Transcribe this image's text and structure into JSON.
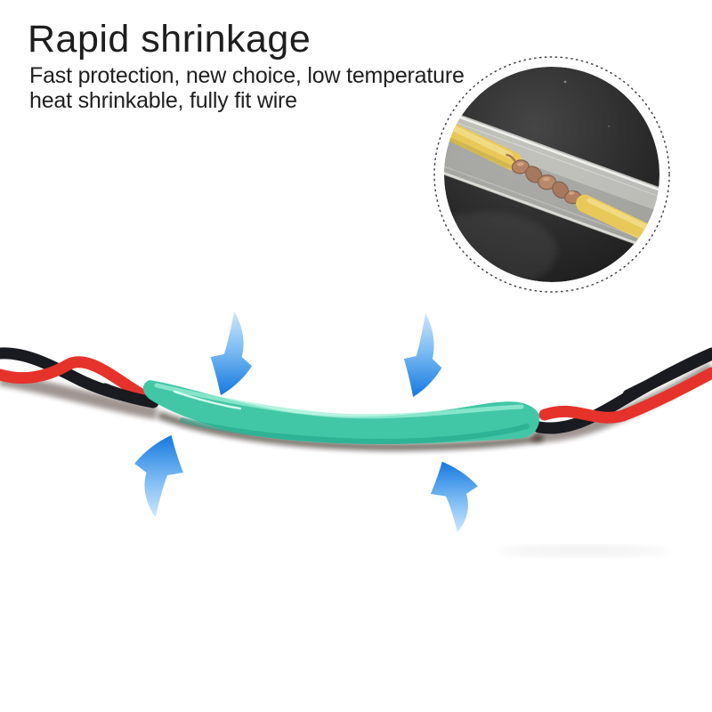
{
  "page": {
    "background_color": "#ffffff"
  },
  "header": {
    "title": "Rapid shrinkage",
    "subtitle_line1": "Fast protection, new choice, low temperature",
    "subtitle_line2": "heat shrinkable, fully fit wire",
    "text_color": "#1e1e1e"
  },
  "inset_photo": {
    "alt": "Close-up in dashed circle: transparent heat-shrink tube covering a twisted bare copper splice between two yellow wires on a black background",
    "colors": {
      "dashed_border": "#3a3a3a",
      "background": "#2d2d2d",
      "clear_tube": "#d9d9d4",
      "yellow_wire": "#e8bc20",
      "copper": "#9a5530"
    }
  },
  "main_photo": {
    "alt": "Twisted red and black wire pair joined in the middle by a green heat-shrink sleeve; four curved blue arrows point inward at the sleeve",
    "colors": {
      "sleeve_green": "#41c7a6",
      "sleeve_highlight": "#9defd6",
      "wire_red": "#e5332b",
      "wire_black": "#1a1a21",
      "arrow_blue": "#1678e0",
      "arrow_blue_light": "#cfe7f9"
    }
  }
}
